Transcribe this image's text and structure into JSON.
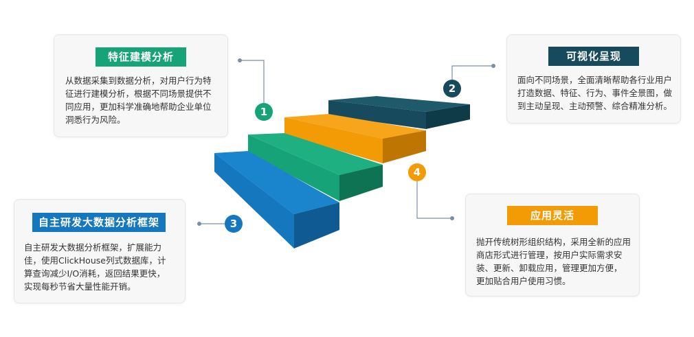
{
  "colors": {
    "green": "#16a377",
    "dark_teal": "#174a5c",
    "blue": "#1577bd",
    "orange": "#f29b05",
    "connector": "#7a8fa6"
  },
  "steps": [
    {
      "number": "1",
      "title": "特征建模分析",
      "lines": [
        "从数据采集到数据分析，对用户行为特",
        "征进行建模分析，根据不同场景提供不",
        "同应用，更加科学准确地帮助企业单位",
        "洞悉行为风险。"
      ]
    },
    {
      "number": "2",
      "title": "可视化呈现",
      "lines": [
        "面向不同场景，全面清晰帮助各行业用户",
        "打造数据、特征、行为、事件全景图，做",
        "到主动呈现、主动预警、综合精准分析。"
      ]
    },
    {
      "number": "3",
      "title": "自主研发大数据分析框架",
      "lines": [
        "自主研发大数据分析框架，扩展能力",
        "佳，使用ClickHouse列式数据库，计",
        "算查询减少I/O消耗，返回结果更快，",
        "实现每秒节省大量性能开销。"
      ]
    },
    {
      "number": "4",
      "title": "应用灵活",
      "lines": [
        "抛开传统树形组织结构，采用全新的应用",
        "商店形式进行管理，按用户实际需求安",
        "装、更新、卸载应用，管理更加方便，",
        "更加贴合用户使用习惯。"
      ]
    }
  ]
}
